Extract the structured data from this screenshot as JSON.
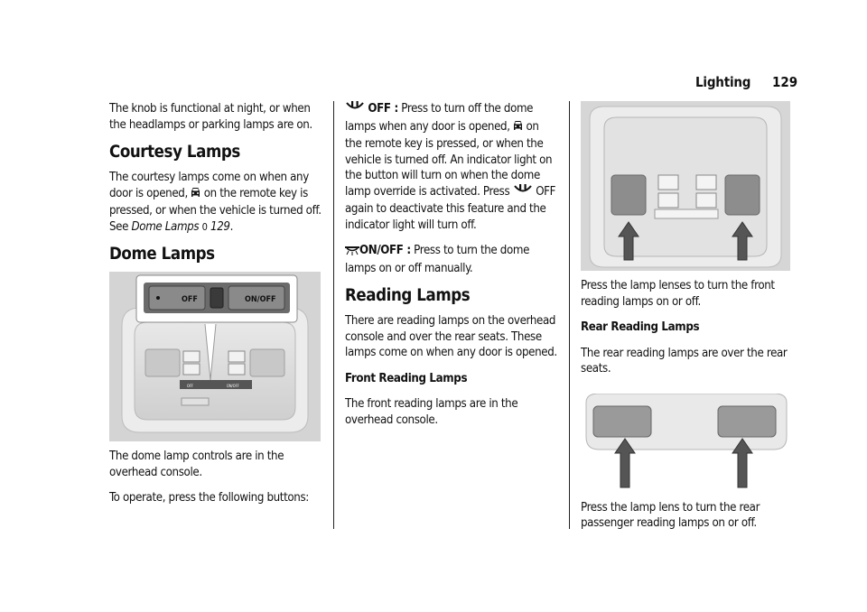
{
  "header": {
    "section": "Lighting",
    "page_number": "129"
  },
  "col1": {
    "intro": "The knob is functional at night, or when the headlamps or parking lamps are on.",
    "courtesy": {
      "heading": "Courtesy Lamps",
      "text_a": "The courtesy lamps come on when any door is opened,",
      "text_b": "on the remote key is pressed, or when the vehicle is turned off. See",
      "xref": "Dome Lamps",
      "arrow": "0",
      "xref_page": "129",
      "end": "."
    },
    "dome": {
      "heading": "Dome Lamps",
      "figure": {
        "off_label": "OFF",
        "onoff_label": "ON/OFF",
        "small_off": "OFF",
        "small_onoff": "ON/OFF"
      },
      "caption": "The dome lamp controls are in the overhead console.",
      "instruction": "To operate, press the following buttons:"
    }
  },
  "col2": {
    "off_item": {
      "label": "OFF :",
      "text_a": "Press to turn off the dome lamps when any door is opened,",
      "text_b": "on the remote key is pressed, or when the vehicle is turned off. An indicator light on the button will turn on when the dome lamp override is activated. Press",
      "text_c": "OFF again to deactivate this feature and the indicator light will turn off."
    },
    "onoff_item": {
      "label": "ON/OFF :",
      "text": "Press to turn the dome lamps on or off manually."
    },
    "reading": {
      "heading": "Reading Lamps",
      "text": "There are reading lamps on the overhead console and over the rear seats. These lamps come on when any door is opened.",
      "front_subhead": "Front Reading Lamps",
      "front_text": "The front reading lamps are in the overhead console."
    }
  },
  "col3": {
    "front_caption": "Press the lamp lenses to turn the front reading lamps on or off.",
    "rear_subhead": "Rear Reading Lamps",
    "rear_text": "The rear reading lamps are over the rear seats.",
    "rear_caption": "Press the lamp lens to turn the rear passenger reading lamps on or off."
  },
  "icons": [
    "car-unlock-icon",
    "dome-lamp-off-icon",
    "dome-lamp-on-icon",
    "cross-reference-arrow-icon"
  ]
}
